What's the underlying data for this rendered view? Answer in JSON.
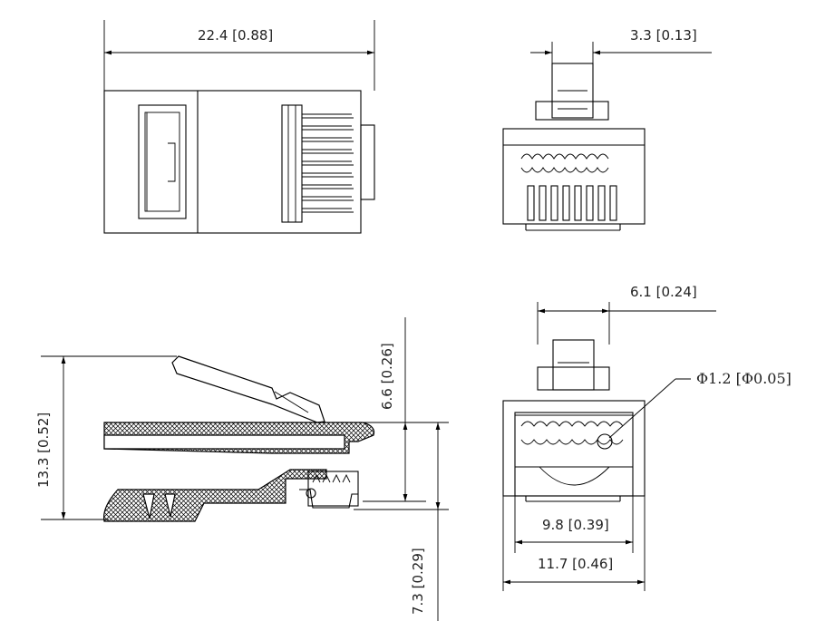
{
  "dimensions": {
    "length_top": "22.4 [0.88]",
    "latch_width": "3.3 [0.13]",
    "latch_base_width": "6.1 [0.24]",
    "overall_height": "13.3 [0.52]",
    "body_height": "6.6 [0.26]",
    "contact_height": "7.3 [0.29]",
    "hole_diameter": "Φ1.2 [Φ0.05]",
    "inner_width": "9.8 [0.39]",
    "outer_width": "11.7 [0.46]"
  },
  "colors": {
    "line": "#000000",
    "text": "#222222",
    "background": "#ffffff"
  }
}
